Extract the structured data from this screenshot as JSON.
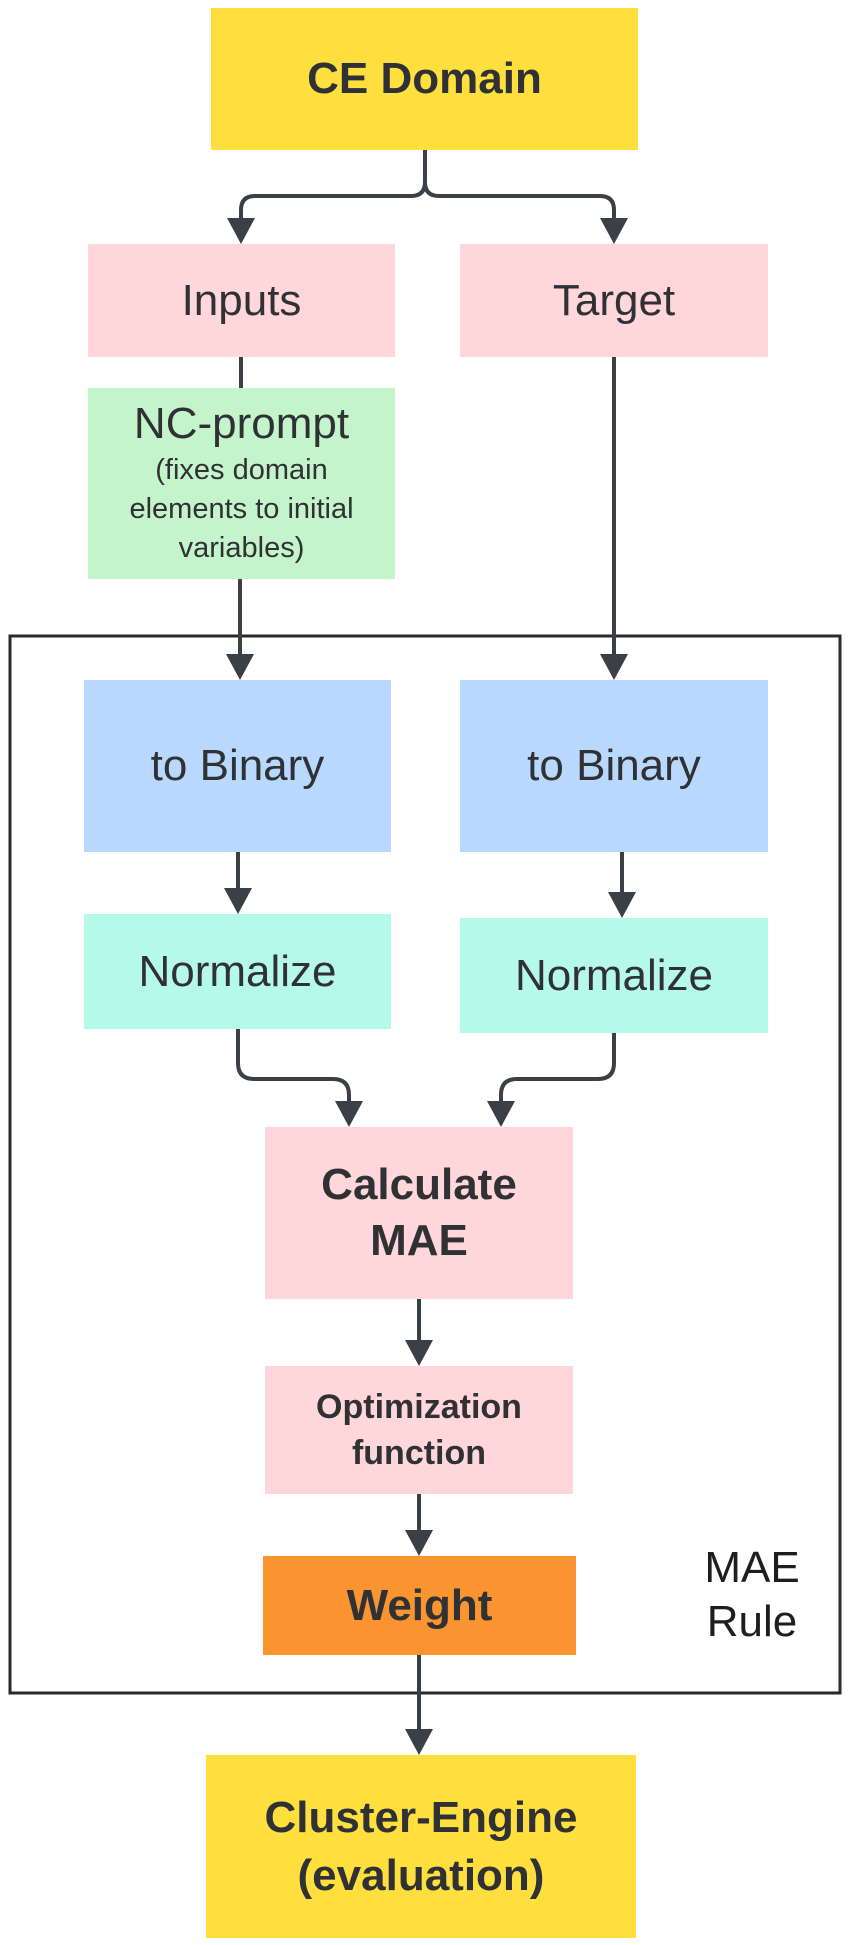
{
  "nodes": {
    "ce_domain": "CE Domain",
    "inputs": "Inputs",
    "target": "Target",
    "nc_prompt": {
      "title": "NC-prompt",
      "subtitle_lines": [
        "(fixes domain",
        "elements to initial",
        "variables)"
      ]
    },
    "to_binary_left": "to Binary",
    "to_binary_right": "to Binary",
    "normalize_left": "Normalize",
    "normalize_right": "Normalize",
    "calculate_mae_lines": [
      "Calculate",
      "MAE"
    ],
    "optimization_lines": [
      "Optimization",
      "function"
    ],
    "weight": "Weight",
    "cluster_engine_lines": [
      "Cluster-Engine",
      "(evaluation)"
    ]
  },
  "frame": {
    "label_lines": [
      "MAE",
      "Rule"
    ]
  },
  "colors": {
    "yellow": "#ffdf3e",
    "pink": "#ffd6d9",
    "green": "#c4f5ca",
    "blue": "#b9d8fd",
    "teal": "#b5fae9",
    "orange": "#fa9430",
    "arrow": "#3b3f48",
    "frame": "#2a2a2a"
  }
}
